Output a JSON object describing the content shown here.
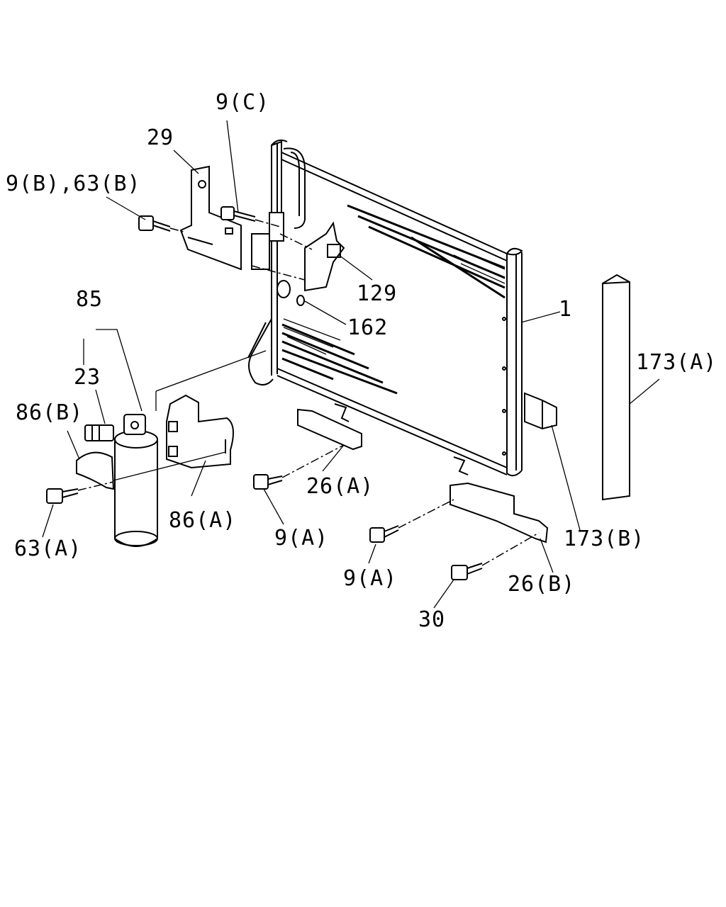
{
  "diagram": {
    "callouts": {
      "c_9c": "9(C)",
      "c_29": "29",
      "c_9b_63b": "9(B),63(B)",
      "c_129": "129",
      "c_162": "162",
      "c_1": "1",
      "c_85": "85",
      "c_23": "23",
      "c_86b": "86(B)",
      "c_173a": "173(A)",
      "c_26a": "26(A)",
      "c_86a": "86(A)",
      "c_9a_left": "9(A)",
      "c_63a": "63(A)",
      "c_173b": "173(B)",
      "c_9a_right": "9(A)",
      "c_26b": "26(B)",
      "c_30": "30"
    }
  }
}
